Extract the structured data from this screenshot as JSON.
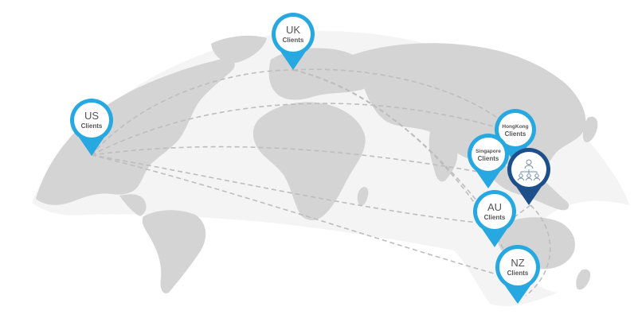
{
  "map": {
    "colors": {
      "land": "#d4d4d4",
      "route": "#bdbdbd",
      "pin_client": "#27a8e0",
      "pin_hub": "#1d4f8a",
      "pin_inner": "#ffffff",
      "label": "#555555"
    },
    "pins": [
      {
        "id": "uk",
        "line1": "UK",
        "line2": "Clients",
        "kind": "client"
      },
      {
        "id": "us",
        "line1": "US",
        "line2": "Clients",
        "kind": "client"
      },
      {
        "id": "hongkong",
        "line1": "HongKong",
        "line2": "Clients",
        "kind": "client"
      },
      {
        "id": "singapore",
        "line1": "Singapore",
        "line2": "Clients",
        "kind": "client"
      },
      {
        "id": "au",
        "line1": "AU",
        "line2": "Clients",
        "kind": "client"
      },
      {
        "id": "nz",
        "line1": "NZ",
        "line2": "Clients",
        "kind": "client"
      },
      {
        "id": "hub",
        "icon": "team-hierarchy-icon",
        "kind": "hub"
      }
    ]
  }
}
